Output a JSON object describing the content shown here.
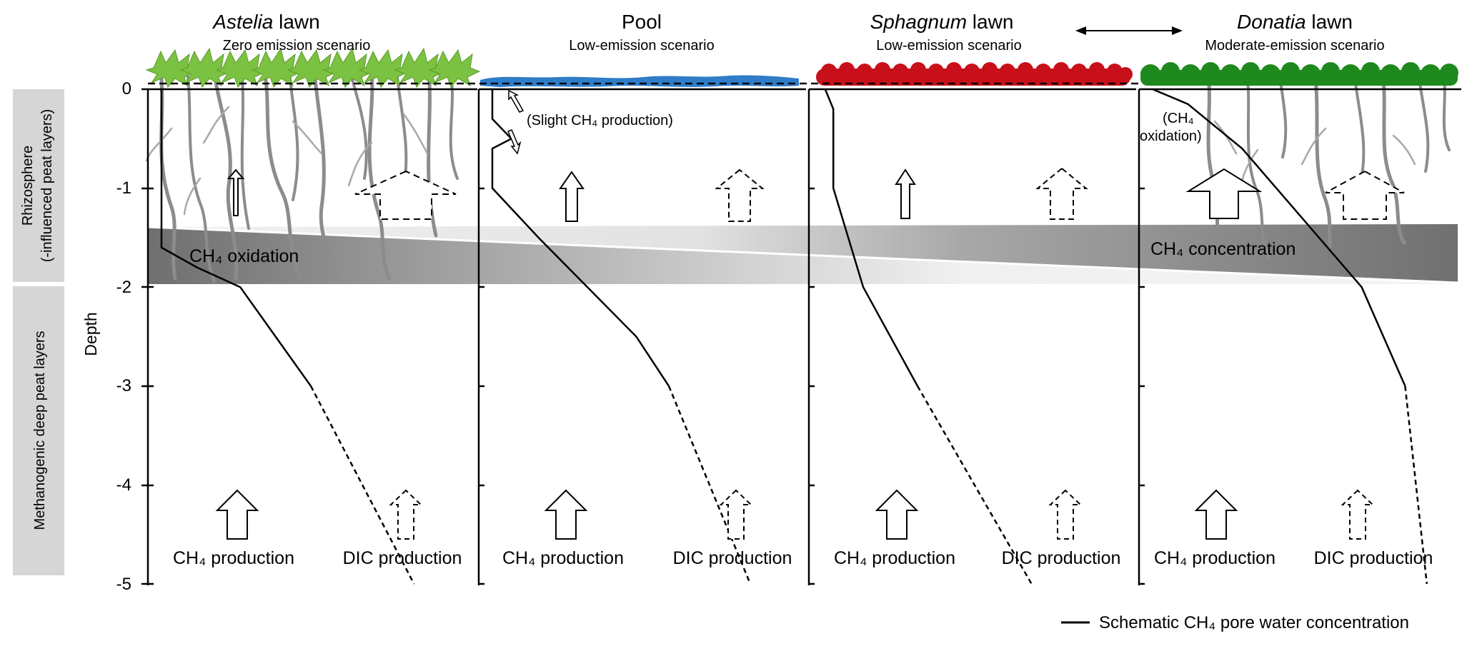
{
  "panels": [
    {
      "id": "astelia",
      "title_italic": "Astelia",
      "title_rest": " lawn",
      "scenario": "Zero emission scenario"
    },
    {
      "id": "pool",
      "title_italic": "",
      "title_rest": "Pool",
      "scenario": "Low-emission scenario"
    },
    {
      "id": "sphagnum",
      "title_italic": "Sphagnum",
      "title_rest": " lawn",
      "scenario": "Low-emission scenario"
    },
    {
      "id": "donatia",
      "title_italic": "Donatia",
      "title_rest": " lawn",
      "scenario": "Moderate-emission scenario"
    }
  ],
  "depth_axis": {
    "label": "Depth",
    "ticks": [
      "0",
      "-1",
      "-2",
      "-3",
      "-4",
      "-5"
    ],
    "range": [
      0,
      -5
    ]
  },
  "zones": {
    "rhizosphere_line1": "Rhizosphere",
    "rhizosphere_line2": "(-influenced peat layers)",
    "deep": "Methanogenic deep peat layers"
  },
  "labels": {
    "ch4_production": "CH₄ production",
    "dic_production": "DIC production",
    "ch4_oxidation": "CH₄ oxidation",
    "ch4_concentration": "CH₄ concentration",
    "slight_production": "(Slight CH₄ production)",
    "ch4_oxidation_paren_line1": "(CH₄",
    "ch4_oxidation_paren_line2": "oxidation)"
  },
  "legend": {
    "label": "Schematic CH₄ pore water concentration"
  },
  "colors": {
    "astelia": "#7cc242",
    "pool": "#2f7cc8",
    "sphagnum": "#c8101a",
    "donatia": "#1e8a1e",
    "band_dark": "#7a7a7a",
    "sidebar": "#d6d6d6"
  },
  "profiles": {
    "astelia": [
      [
        0.05,
        0
      ],
      [
        0.05,
        -1.6
      ],
      [
        0.18,
        -1.8
      ],
      [
        0.34,
        -2
      ],
      [
        0.6,
        -3
      ],
      [
        0.98,
        -5
      ]
    ],
    "pool": [
      [
        0.05,
        0
      ],
      [
        0.05,
        -0.3
      ],
      [
        0.12,
        -0.5
      ],
      [
        0.05,
        -0.6
      ],
      [
        0.05,
        -1
      ],
      [
        0.22,
        -1.5
      ],
      [
        0.58,
        -2.5
      ],
      [
        0.7,
        -3
      ],
      [
        1.0,
        -5
      ]
    ],
    "sphagnum": [
      [
        0.06,
        0
      ],
      [
        0.09,
        -0.2
      ],
      [
        0.09,
        -1
      ],
      [
        0.2,
        -2
      ],
      [
        0.4,
        -3
      ],
      [
        0.82,
        -5
      ]
    ],
    "donatia": [
      [
        0.05,
        0
      ],
      [
        0.18,
        -0.15
      ],
      [
        0.38,
        -0.6
      ],
      [
        0.82,
        -2
      ],
      [
        0.98,
        -3
      ],
      [
        1.06,
        -5
      ]
    ]
  }
}
